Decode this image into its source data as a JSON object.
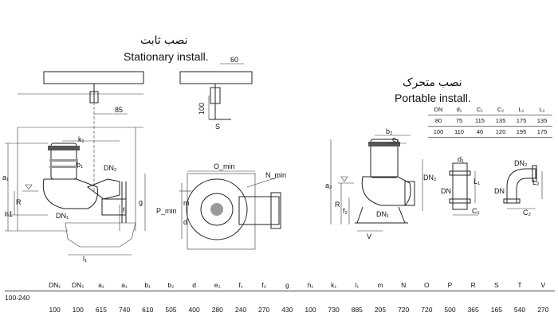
{
  "captions": {
    "stationary_fa": "نصب ثابت",
    "stationary_en": "Stationary install.",
    "portable_fa": "نصب متحرک",
    "portable_en": "Portable install."
  },
  "stationary_labels": {
    "dim_60": "60",
    "dim_85": "85",
    "dim_100": "100",
    "s": "S",
    "a1": "a₁",
    "k1": "k₁",
    "b1": "b₁",
    "dn2": "DN₂",
    "dn1": "DN₁",
    "r": "R",
    "h1": "h1",
    "f1": "f₁",
    "g": "g",
    "l1": "l₁",
    "o_min": "O_min",
    "n_min": "N_min",
    "p_min": "P_min",
    "m": "m",
    "d": "d"
  },
  "portable_labels": {
    "b2": "b₂",
    "e2": "e₂",
    "dn2": "DN₂",
    "a2": "a₂",
    "r": "R",
    "f2": "f₂",
    "dn1": "DN₁",
    "v": "V",
    "dn": "DN",
    "d1": "d₁",
    "l1": "L₁",
    "c1": "C₁",
    "dn2_b": "DN₂",
    "dn_b": "DN",
    "l2": "L₂",
    "c2": "C₂"
  },
  "portable_table": {
    "headers": [
      "DN",
      "d₁",
      "C₁",
      "C₂",
      "L₁",
      "L₂"
    ],
    "rows": [
      [
        "80",
        "75",
        "115",
        "135",
        "175",
        "135"
      ],
      [
        "100",
        "110",
        "46",
        "120",
        "195",
        "175"
      ]
    ]
  },
  "dimensions_table": {
    "size_label": "100-240",
    "headers": [
      "DN₁",
      "DN₂",
      "a₁",
      "a₁",
      "b₁",
      "b₂",
      "d",
      "e₂",
      "f₁",
      "f₂",
      "g",
      "h₁",
      "k₁",
      "l₁",
      "m",
      "N",
      "O",
      "P",
      "R",
      "S",
      "T",
      "V"
    ],
    "values": [
      "100",
      "100",
      "615",
      "740",
      "610",
      "505",
      "400",
      "280",
      "240",
      "270",
      "430",
      "100",
      "730",
      "885",
      "205",
      "720",
      "720",
      "500",
      "365",
      "165",
      "540",
      "270"
    ]
  }
}
